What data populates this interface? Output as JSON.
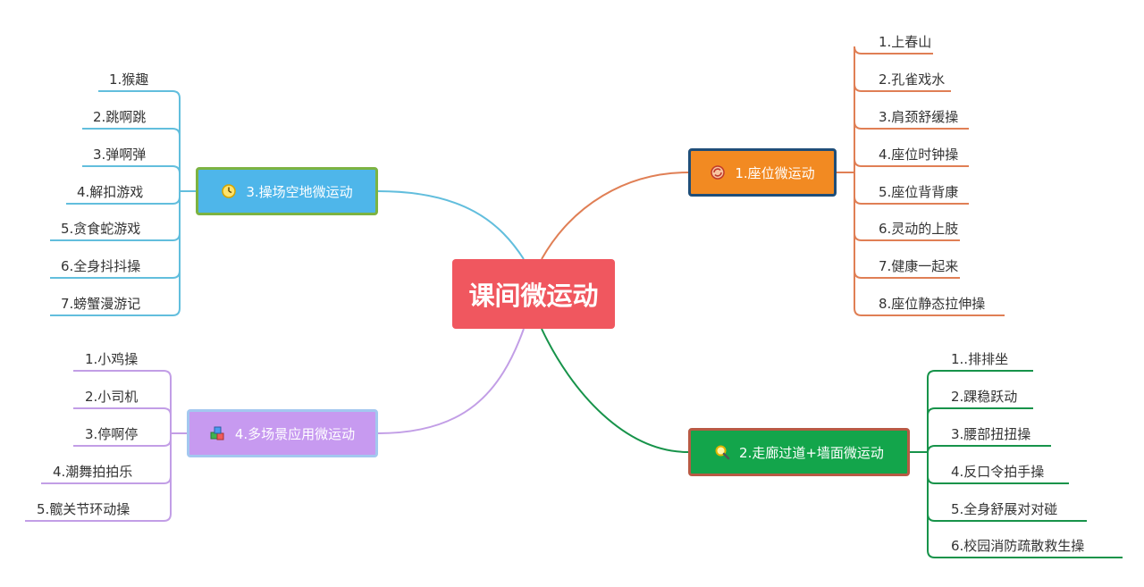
{
  "center": {
    "title": "课间微运动"
  },
  "branches": [
    {
      "title": "1.座位微运动",
      "icon": "arrows-cycle-icon",
      "color": "#f28a22",
      "line_color": "#e07f55",
      "items": [
        "1.上春山",
        "2.孔雀戏水",
        "3.肩颈舒缓操",
        "4.座位时钟操",
        "5.座位背背康",
        "6.灵动的上肢",
        "7.健康一起来",
        "8.座位静态拉伸操"
      ]
    },
    {
      "title": "2.走廊过道+墙面微运动",
      "icon": "magnifier-icon",
      "color": "#13a54b",
      "line_color": "#17934a",
      "items": [
        "1..排排坐",
        "2.踝稳跃动",
        "3.腰部扭扭操",
        "4.反口令拍手操",
        "5.全身舒展对对碰",
        "6.校园消防疏散救生操"
      ]
    },
    {
      "title": "3.操场空地微运动",
      "icon": "clock-icon",
      "color": "#4eb6ea",
      "line_color": "#62bedd",
      "items": [
        "1.猴趣",
        "2.跳啊跳",
        "3.弹啊弹",
        "4.解扣游戏",
        "5.贪食蛇游戏",
        "6.全身抖抖操",
        "7.螃蟹漫游记"
      ]
    },
    {
      "title": "4.多场景应用微运动",
      "icon": "cubes-icon",
      "color": "#c79af0",
      "line_color": "#c29ee6",
      "items": [
        "1.小鸡操",
        "2.小司机",
        "3.停啊停",
        "4.潮舞拍拍乐",
        "5.髋关节环动操"
      ]
    }
  ]
}
